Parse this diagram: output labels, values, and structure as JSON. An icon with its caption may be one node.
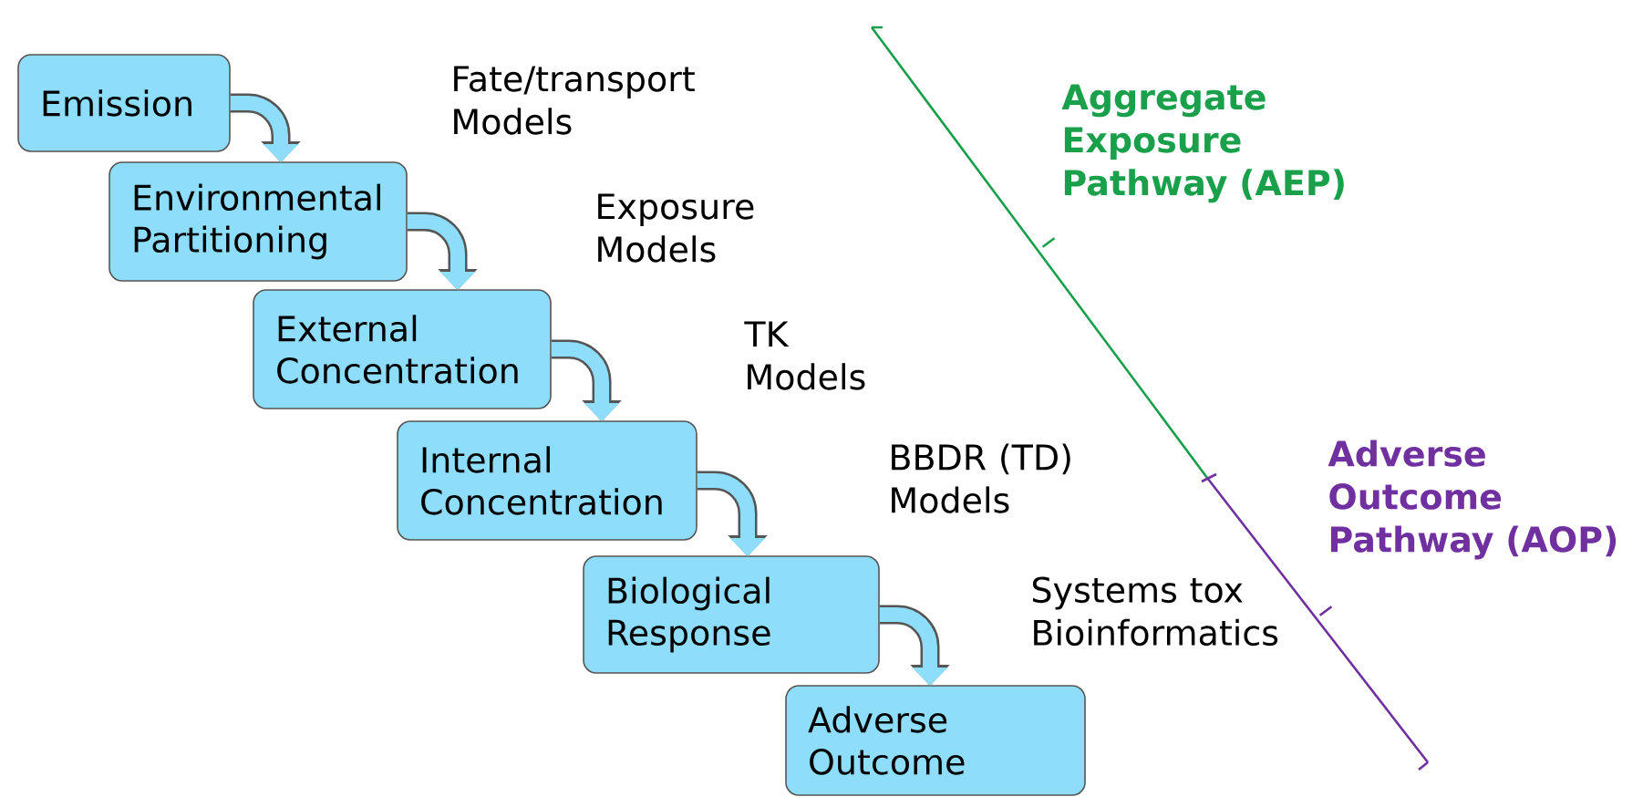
{
  "diagram": {
    "nodes": [
      {
        "text": [
          "Emission"
        ]
      },
      {
        "text": [
          "Environmental Partitioning"
        ]
      },
      {
        "text": [
          "External Concentration"
        ]
      },
      {
        "text": [
          "Internal Concentration"
        ]
      },
      {
        "text": [
          "Biological Response"
        ]
      },
      {
        "text": [
          "Adverse Outcome"
        ]
      }
    ],
    "edges": [
      {
        "from": 0,
        "to": 1,
        "arrow": "to"
      },
      {
        "from": 1,
        "to": 2,
        "arrow": "to"
      },
      {
        "from": 2,
        "to": 3,
        "arrow": "to"
      },
      {
        "from": 3,
        "to": 4,
        "arrow": "to"
      },
      {
        "from": 4,
        "to": 5,
        "arrow": "to"
      }
    ],
    "labels": [
      "Fate/transport Models",
      "Aggregate Exposure Pathway (AEP)",
      "Exposure Models",
      "TK Models",
      "BBDR (TD) Models",
      "Adverse Outcome Pathway (AOP)",
      "Systems tox Bioinformatics"
    ]
  }
}
